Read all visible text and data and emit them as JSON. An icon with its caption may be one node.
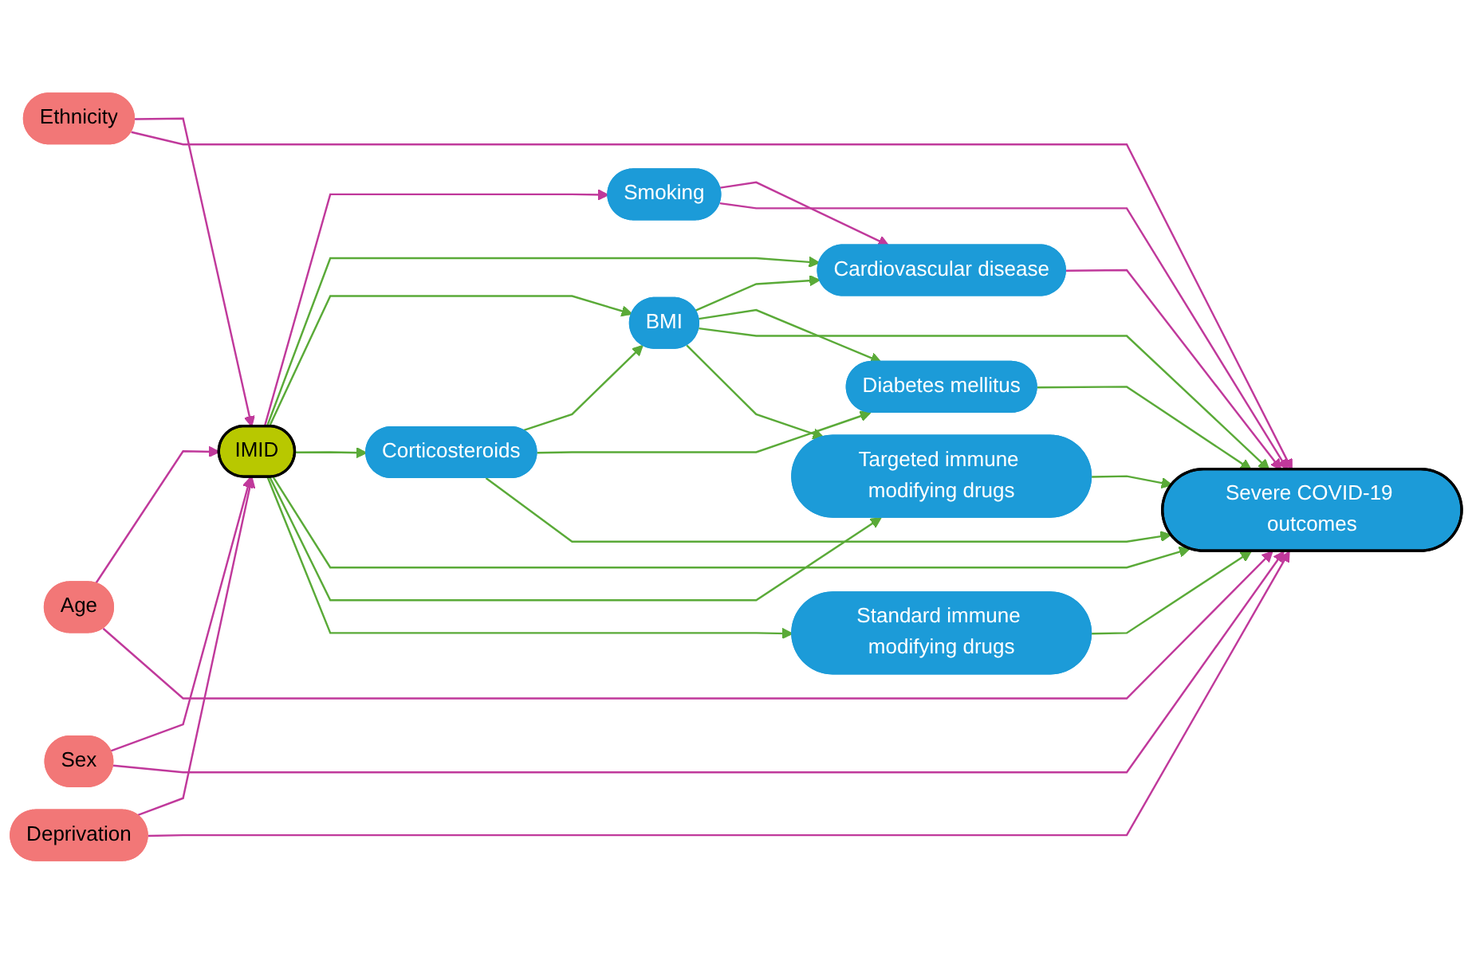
{
  "diagram": {
    "nodes": [
      {
        "text": [
          "Ethnicity"
        ]
      },
      {
        "text": [
          "Age"
        ]
      },
      {
        "text": [
          "Sex"
        ]
      },
      {
        "text": [
          "Deprivation"
        ]
      },
      {
        "text": [
          "Smoking"
        ]
      },
      {
        "text": [
          "Cardiovascular disease"
        ]
      },
      {
        "text": [
          "BMI"
        ]
      },
      {
        "text": [
          "Diabetes mellitus"
        ]
      },
      {
        "text": [
          "Corticosteroids"
        ]
      },
      {
        "text": [
          "IMID"
        ]
      },
      {
        "text": [
          "Targeted immune modifying drugs"
        ]
      },
      {
        "text": [
          "Standard immune modifying drugs"
        ]
      },
      {
        "text": [
          "Severe COVID-19 outcomes"
        ]
      }
    ],
    "edges": [
      {
        "from": 0,
        "to": 9,
        "arrow": "to",
        "color": "#c0399b"
      },
      {
        "from": 0,
        "to": 12,
        "arrow": "to",
        "color": "#c0399b"
      },
      {
        "from": 1,
        "to": 9,
        "arrow": "to",
        "color": "#c0399b"
      },
      {
        "from": 1,
        "to": 12,
        "arrow": "to",
        "color": "#c0399b"
      },
      {
        "from": 2,
        "to": 9,
        "arrow": "to",
        "color": "#c0399b"
      },
      {
        "from": 2,
        "to": 12,
        "arrow": "to",
        "color": "#c0399b"
      },
      {
        "from": 3,
        "to": 9,
        "arrow": "to",
        "color": "#c0399b"
      },
      {
        "from": 3,
        "to": 12,
        "arrow": "to",
        "color": "#c0399b"
      },
      {
        "from": 9,
        "to": 4,
        "arrow": "to",
        "color": "#c0399b"
      },
      {
        "from": 4,
        "to": 5,
        "arrow": "to",
        "color": "#c0399b"
      },
      {
        "from": 4,
        "to": 12,
        "arrow": "to",
        "color": "#c0399b"
      },
      {
        "from": 5,
        "to": 12,
        "arrow": "to",
        "color": "#c0399b"
      },
      {
        "from": 9,
        "to": 5,
        "arrow": "to"
      },
      {
        "from": 9,
        "to": 6,
        "arrow": "to"
      },
      {
        "from": 9,
        "to": 8,
        "arrow": "to"
      },
      {
        "from": 9,
        "to": 12,
        "arrow": "to"
      },
      {
        "from": 9,
        "to": 10,
        "arrow": "to"
      },
      {
        "from": 9,
        "to": 11,
        "arrow": "to"
      },
      {
        "from": 6,
        "to": 5,
        "arrow": "to"
      },
      {
        "from": 6,
        "to": 7,
        "arrow": "to"
      },
      {
        "from": 6,
        "to": 12,
        "arrow": "to"
      },
      {
        "from": 6,
        "to": 10,
        "arrow": "to"
      },
      {
        "from": 8,
        "to": 6,
        "arrow": "to"
      },
      {
        "from": 8,
        "to": 7,
        "arrow": "to"
      },
      {
        "from": 8,
        "to": 12,
        "arrow": "to"
      },
      {
        "from": 7,
        "to": 12,
        "arrow": "to"
      },
      {
        "from": 10,
        "to": 12,
        "arrow": "to"
      },
      {
        "from": 11,
        "to": 12,
        "arrow": "to"
      }
    ]
  }
}
